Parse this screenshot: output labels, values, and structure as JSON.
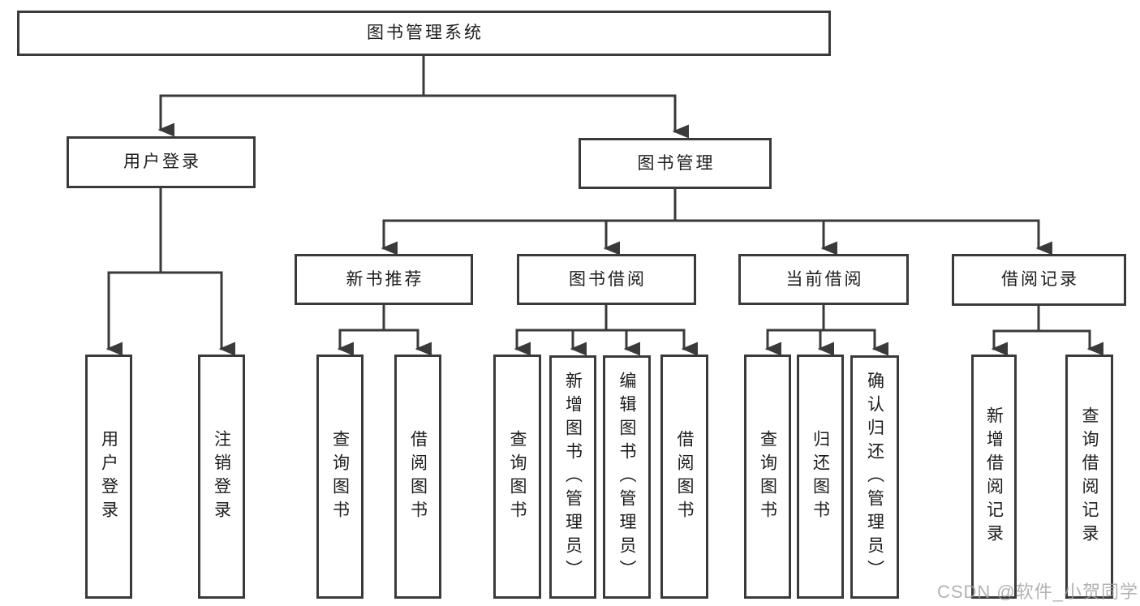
{
  "diagram_title": "图书管理系统",
  "colors": {
    "line": "#3a3a3a",
    "box_border": "#3a3a3a",
    "text": "#1c1c1c",
    "watermark": "#9f9f9f",
    "background": "#ffffff"
  },
  "tree": {
    "label": "图书管理系统",
    "children": [
      {
        "label": "用户登录",
        "children": [
          {
            "label": "用户登录"
          },
          {
            "label": "注销登录"
          }
        ]
      },
      {
        "label": "图书管理",
        "children": [
          {
            "label": "新书推荐",
            "children": [
              {
                "label": "查询图书"
              },
              {
                "label": "借阅图书"
              }
            ]
          },
          {
            "label": "图书借阅",
            "children": [
              {
                "label": "查询图书"
              },
              {
                "label": "新增图书（管理员）"
              },
              {
                "label": "编辑图书（管理员）"
              },
              {
                "label": "借阅图书"
              }
            ]
          },
          {
            "label": "当前借阅",
            "children": [
              {
                "label": "查询图书"
              },
              {
                "label": "归还图书"
              },
              {
                "label": "确认归还（管理员）"
              }
            ]
          },
          {
            "label": "借阅记录",
            "children": [
              {
                "label": "新增借阅记录"
              },
              {
                "label": "查询借阅记录"
              }
            ]
          }
        ]
      }
    ]
  },
  "watermark": {
    "text": "CSDN @软件_小贺同学"
  }
}
